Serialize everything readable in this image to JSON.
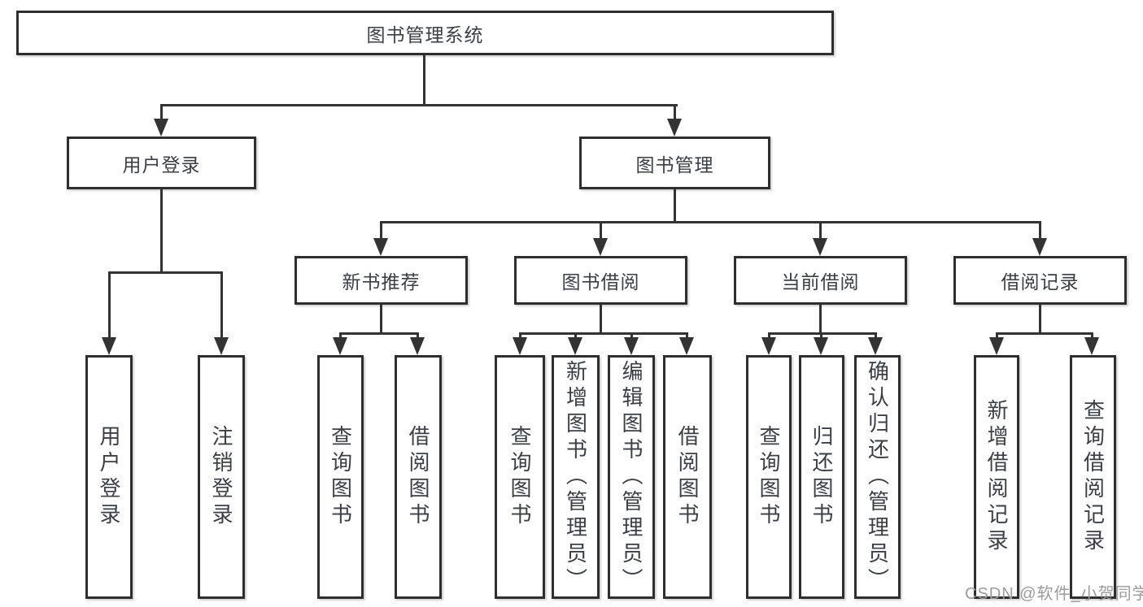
{
  "tree": {
    "root": "图书管理系统",
    "branches": [
      {
        "label": "用户登录",
        "children": [
          "用户登录",
          "注销登录"
        ]
      },
      {
        "label": "图书管理",
        "groups": [
          {
            "label": "新书推荐",
            "children": [
              "查询图书",
              "借阅图书"
            ]
          },
          {
            "label": "图书借阅",
            "children": [
              "查询图书",
              "新增图书（管理员）",
              "编辑图书（管理员）",
              "借阅图书"
            ]
          },
          {
            "label": "当前借阅",
            "children": [
              "查询图书",
              "归还图书",
              "确认归还（管理员）"
            ]
          },
          {
            "label": "借阅记录",
            "children": [
              "新增借阅记录",
              "查询借阅记录"
            ]
          }
        ]
      }
    ]
  },
  "watermark": "CSDN @软件_小贺同学",
  "colors": {
    "line": "#333333",
    "border": "#2e2e2e",
    "text": "#3b3e44",
    "background": "#ffffff",
    "watermark": "#9b9b9b"
  }
}
